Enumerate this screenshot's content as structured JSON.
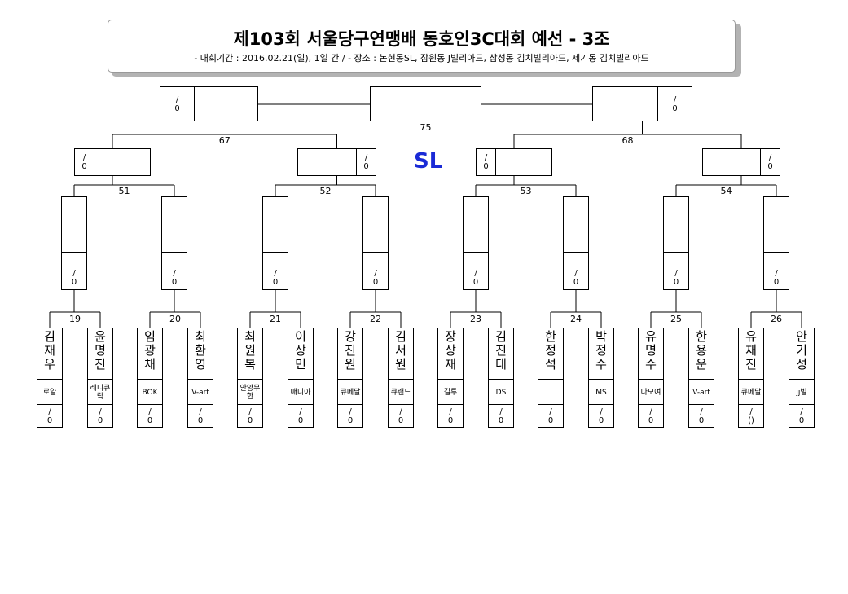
{
  "header": {
    "title": "제103회 서울당구연맹배 동호인3C대회 예선 - 3조",
    "subtitle": "- 대회기간 : 2016.02.21(일), 1일 간 / - 장소 : 논현동SL, 잠원동 J빌리아드, 삼성동 김치빌리아드, 제기동 김치빌리아드"
  },
  "venue_label": "SL",
  "score_slash": "/",
  "score_zero": "0",
  "match_numbers": [
    "19",
    "20",
    "21",
    "22",
    "23",
    "24",
    "25",
    "26",
    "51",
    "52",
    "53",
    "54",
    "67",
    "68",
    "75"
  ],
  "players": [
    {
      "name": "김재우",
      "club": "로얄",
      "score": "0"
    },
    {
      "name": "윤명진",
      "club": "레디큐락",
      "score": "0"
    },
    {
      "name": "임광채",
      "club": "BOK",
      "score": "0"
    },
    {
      "name": "최환영",
      "club": "V-art",
      "score": "0"
    },
    {
      "name": "최원복",
      "club": "안양무한",
      "score": "0"
    },
    {
      "name": "이상민",
      "club": "매니아",
      "score": "0"
    },
    {
      "name": "강진원",
      "club": "큐메달",
      "score": "0"
    },
    {
      "name": "김서원",
      "club": "큐랜드",
      "score": "0"
    },
    {
      "name": "장상재",
      "club": "길투",
      "score": "0"
    },
    {
      "name": "김진태",
      "club": "DS",
      "score": "0"
    },
    {
      "name": "한정석",
      "club": "",
      "score": "0"
    },
    {
      "name": "박정수",
      "club": "MS",
      "score": "0"
    },
    {
      "name": "유명수",
      "club": "다모여",
      "score": "0"
    },
    {
      "name": "한용운",
      "club": "V-art",
      "score": "0"
    },
    {
      "name": "유재진",
      "club": "큐메달",
      "score": "()"
    },
    {
      "name": "안기성",
      "club": "jj빌",
      "score": "0"
    }
  ]
}
